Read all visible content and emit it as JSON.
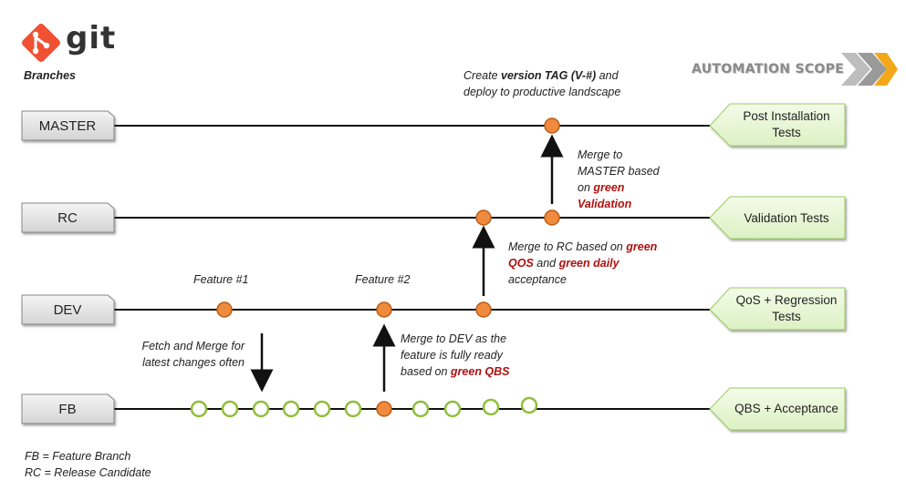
{
  "logo": {
    "text": "git",
    "subtitle": "Branches",
    "icon": "git-logo-icon"
  },
  "automation_scope": {
    "label": "AUTOMATION SCOPE",
    "icon": "chevrons-right-icon"
  },
  "colors": {
    "commit_fill": "#f08a3c",
    "commit_stroke": "#b85e1a",
    "open_commit_stroke": "#8fbf3c",
    "test_fill": "#e9f7d6",
    "test_stroke": "#9ccc65",
    "branch_box": "#e4e4e4",
    "highlight_red": "#b01010",
    "git_orange": "#f05133"
  },
  "branches": [
    {
      "id": "master",
      "label": "MASTER"
    },
    {
      "id": "rc",
      "label": "RC"
    },
    {
      "id": "dev",
      "label": "DEV"
    },
    {
      "id": "fb",
      "label": "FB"
    }
  ],
  "tests": [
    {
      "branch": "master",
      "line1": "Post Installation",
      "line2": "Tests"
    },
    {
      "branch": "rc",
      "line1": "Validation Tests",
      "line2": ""
    },
    {
      "branch": "dev",
      "line1": "QoS + Regression",
      "line2": "Tests"
    },
    {
      "branch": "fb",
      "line1": "QBS + Acceptance",
      "line2": ""
    }
  ],
  "features": {
    "f1": "Feature #1",
    "f2": "Feature #2"
  },
  "notes": {
    "tag": {
      "line1_pre": "Create ",
      "line1_bold": "version TAG (V-#)",
      "line1_post": " and",
      "line2": "deploy to productive landscape"
    },
    "merge_master": {
      "l1": "Merge to",
      "l2": "MASTER based",
      "l3": "on ",
      "l3_red": "green",
      "l4_red": "Validation"
    },
    "merge_rc": {
      "l1_pre": "Merge to RC based on ",
      "l1_red": "green",
      "l2_red1": "QOS",
      "l2_mid": " and ",
      "l2_red2": "green daily",
      "l3": "acceptance"
    },
    "fetch": {
      "l1": "Fetch and Merge for",
      "l2": "latest changes often"
    },
    "merge_dev": {
      "l1": "Merge to DEV as the",
      "l2": "feature is fully ready",
      "l3_pre": "based on ",
      "l3_red": "green QBS"
    }
  },
  "legend": {
    "fb": "FB = Feature Branch",
    "rc": "RC = Release Candidate"
  }
}
